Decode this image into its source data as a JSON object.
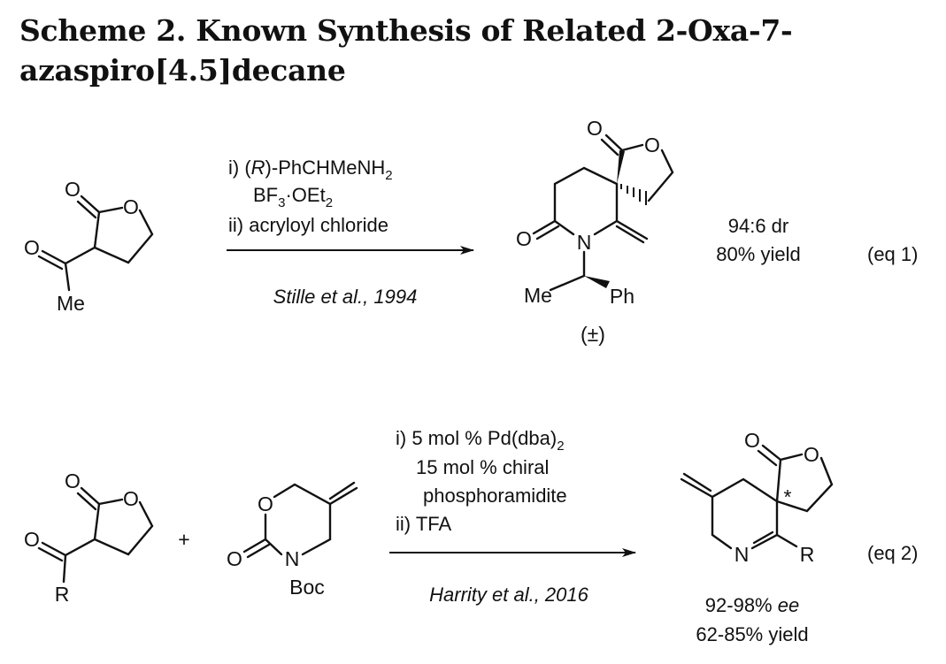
{
  "title": {
    "line1": "Scheme 2. Known Synthesis of Related 2-Oxa-7-",
    "line2": "azaspiro[4.5]decane"
  },
  "eq1": {
    "reactant": {
      "atoms": {
        "o_carbonyl": "O",
        "o_ring": "O",
        "o_acetyl": "O",
        "me": "Me"
      }
    },
    "conditions": {
      "step1_prefix": "i) (",
      "step1_R": "R",
      "step1_suffix": ")-PhCHMeNH",
      "step1_sub": "2",
      "reagent2_a": "BF",
      "reagent2_sub1": "3",
      "reagent2_b": "·OEt",
      "reagent2_sub2": "2",
      "step2": "ii) acryloyl chloride"
    },
    "citation": "Stille et al., 1994",
    "product": {
      "atoms": {
        "o_carbonyl": "O",
        "o_ring": "O",
        "o_lactam": "O",
        "n": "N",
        "me": "Me",
        "ph": "Ph"
      },
      "stereo_label": "(±)"
    },
    "results": {
      "dr": "94:6 dr",
      "yield": "80% yield"
    },
    "label": "(eq 1)"
  },
  "eq2": {
    "reactant1": {
      "atoms": {
        "o_carbonyl": "O",
        "o_ring": "O",
        "o_acyl": "O",
        "r": "R"
      }
    },
    "plus": "+",
    "reactant2": {
      "atoms": {
        "o_ring": "O",
        "o_carbonyl": "O",
        "n": "N",
        "boc": "Boc"
      }
    },
    "conditions": {
      "step1_a": "i) 5 mol % Pd(dba)",
      "step1_sub": "2",
      "line2": "15 mol % chiral",
      "line3": "phosphoramidite",
      "step2": "ii) TFA"
    },
    "citation": "Harrity et al., 2016",
    "product": {
      "atoms": {
        "o_carbonyl": "O",
        "o_ring": "O",
        "n": "N",
        "r": "R"
      },
      "stereocenter": "*"
    },
    "results": {
      "ee_value": "92-98% ",
      "ee_unit": "ee",
      "yield": "62-85% yield"
    },
    "label": "(eq 2)"
  }
}
